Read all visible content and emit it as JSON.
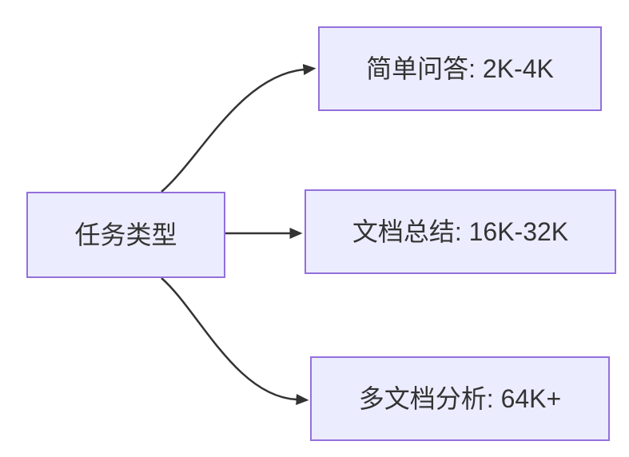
{
  "diagram": {
    "type": "flowchart-left-to-right",
    "root": {
      "label": "任务类型"
    },
    "branches": [
      {
        "label": "简单问答: 2K-4K"
      },
      {
        "label": "文档总结: 16K-32K"
      },
      {
        "label": "多文档分析: 64K+"
      }
    ],
    "colors": {
      "node_fill": "#ECECFF",
      "node_border": "#9370DB",
      "edge_line": "#333333",
      "label_text": "#333333",
      "background": "#FFFFFF"
    }
  }
}
